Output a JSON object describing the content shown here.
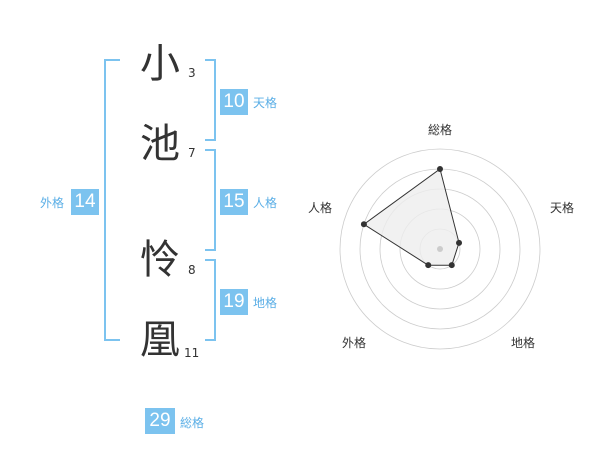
{
  "name": {
    "characters": [
      {
        "char": "小",
        "strokes": "3"
      },
      {
        "char": "池",
        "strokes": "7"
      },
      {
        "char": "怜",
        "strokes": "8"
      },
      {
        "char": "凰",
        "strokes": "11"
      }
    ]
  },
  "fortunes": {
    "tenkaku": {
      "value": "10",
      "label": "天格"
    },
    "jinkaku": {
      "value": "15",
      "label": "人格"
    },
    "chikaku": {
      "value": "19",
      "label": "地格"
    },
    "gaikaku": {
      "value": "14",
      "label": "外格"
    },
    "soukaku": {
      "value": "29",
      "label": "総格"
    }
  },
  "colors": {
    "accent": "#7cc3ef",
    "accent_text": "#5aaee6",
    "radar_fill": "#eeeeee",
    "radar_ring": "#cccccc",
    "radar_line": "#333333"
  },
  "chart_data": {
    "type": "radar",
    "axes": [
      "総格",
      "天格",
      "地格",
      "外格",
      "人格"
    ],
    "rings": 5,
    "values": [
      4,
      1,
      1,
      1,
      4
    ],
    "max": 5
  }
}
